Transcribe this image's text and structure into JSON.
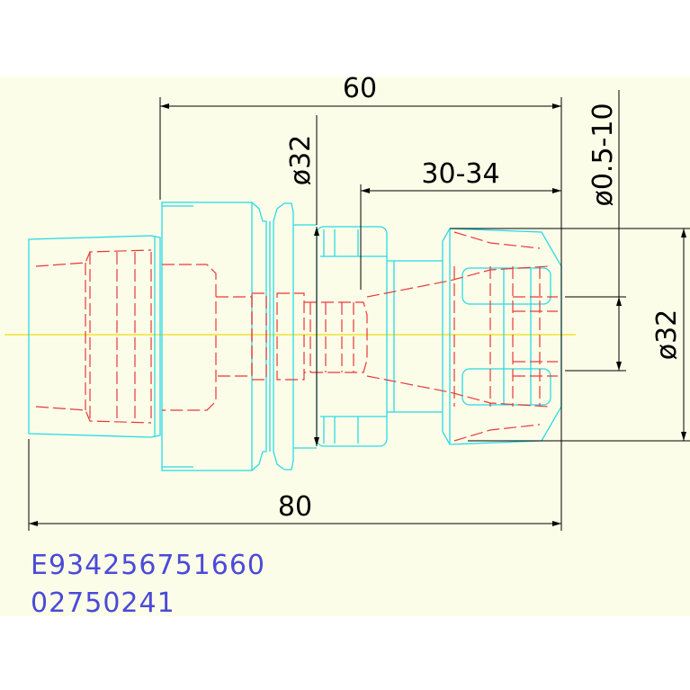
{
  "drawing": {
    "dimensions": {
      "length_60": "60",
      "length_80": "80",
      "range_30_34": "30-34",
      "dia_32_shank": "ø32",
      "dia_32_nut": "ø32",
      "clamp_range": "ø0.5-10"
    },
    "part_code_1": "E934256751660",
    "part_code_2": "02750241",
    "colors": {
      "background": "#fcfde8",
      "outline": "#2ad9e6",
      "hidden": "#e8383a",
      "centerline": "#f2e236",
      "dimension": "#000000",
      "text": "#4a4ad9"
    }
  }
}
